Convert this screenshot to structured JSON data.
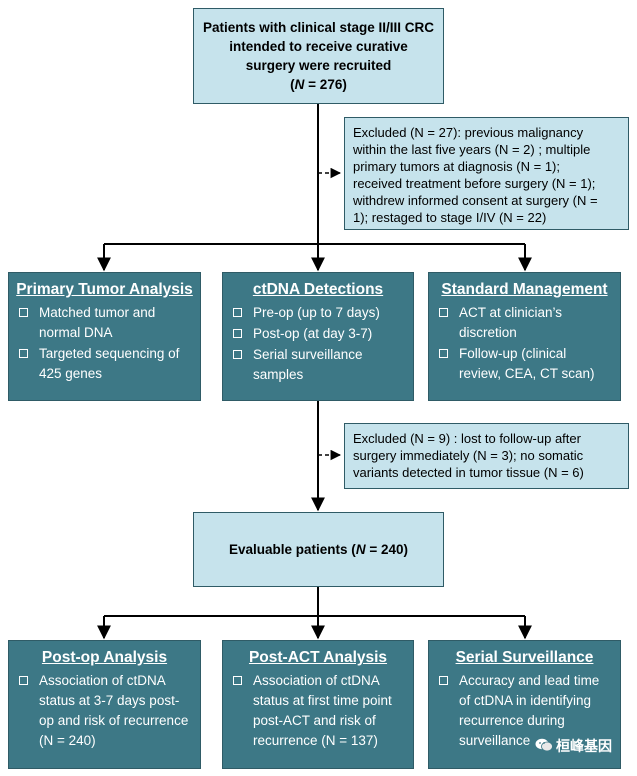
{
  "recruit": {
    "line1": "Patients with clinical stage II/III CRC",
    "line2": "intended to receive curative",
    "line3": "surgery were recruited",
    "n_prefix": "(",
    "n_letter": "N",
    "n_value": " = 276)"
  },
  "excluded1": {
    "lines": [
      "Excluded (N = 27): previous malignancy",
      "within the last five years (N = 2) ; multiple",
      "primary tumors at diagnosis (N = 1);",
      "received treatment before surgery (N = 1);",
      "withdrew informed consent at surgery (N =",
      "1); restaged to stage I/IV (N = 22)"
    ]
  },
  "primary_tumor": {
    "title": "Primary Tumor Analysis",
    "items": [
      "Matched tumor and normal DNA",
      "Targeted sequencing of 425 genes"
    ]
  },
  "ctdna_detections": {
    "title": "ctDNA Detections",
    "items": [
      "Pre-op (up to 7 days)",
      "Post-op (at day 3-7)",
      "Serial surveillance samples"
    ]
  },
  "standard_management": {
    "title": "Standard Management",
    "items": [
      "ACT at clinician’s discretion",
      "Follow-up (clinical review, CEA, CT scan)"
    ]
  },
  "excluded2": {
    "lines": [
      "Excluded (N = 9) : lost to follow-up after",
      "surgery immediately (N = 3); no somatic",
      "variants detected in tumor tissue (N = 6)"
    ]
  },
  "evaluable": {
    "text_prefix": "Evaluable patients (",
    "n_letter": "N",
    "text_suffix": " = 240)"
  },
  "postop": {
    "title": "Post-op Analysis",
    "items": [
      "Association of ctDNA status at 3-7 days post-op and risk of recurrence (N = 240)"
    ]
  },
  "postact": {
    "title": "Post-ACT Analysis",
    "items": [
      "Association of ctDNA status at first time point post-ACT and risk of recurrence (N = 137)"
    ]
  },
  "serial": {
    "title": "Serial Surveillance",
    "items": [
      "Accuracy and lead time of ctDNA in identifying recurrence during surveillance"
    ]
  },
  "watermark": {
    "text": "桓峰基因"
  },
  "colors": {
    "light_box": "#c6e3ec",
    "dark_box": "#3d7886",
    "border": "#2f5b66"
  }
}
